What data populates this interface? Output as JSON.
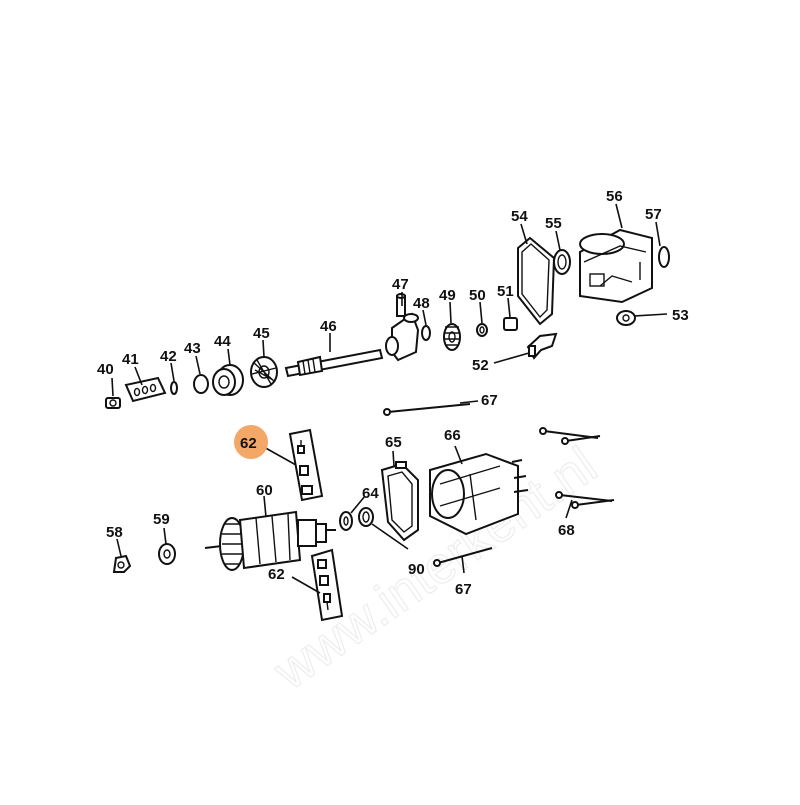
{
  "highlight_color": "#f4a868",
  "callouts": [
    {
      "id": "c40",
      "label": "40"
    },
    {
      "id": "c41",
      "label": "41"
    },
    {
      "id": "c42",
      "label": "42"
    },
    {
      "id": "c43",
      "label": "43"
    },
    {
      "id": "c44",
      "label": "44"
    },
    {
      "id": "c45",
      "label": "45"
    },
    {
      "id": "c46",
      "label": "46"
    },
    {
      "id": "c47",
      "label": "47"
    },
    {
      "id": "c48",
      "label": "48"
    },
    {
      "id": "c49",
      "label": "49"
    },
    {
      "id": "c50",
      "label": "50"
    },
    {
      "id": "c51",
      "label": "51"
    },
    {
      "id": "c52",
      "label": "52"
    },
    {
      "id": "c53",
      "label": "53"
    },
    {
      "id": "c54",
      "label": "54"
    },
    {
      "id": "c55",
      "label": "55"
    },
    {
      "id": "c56",
      "label": "56"
    },
    {
      "id": "c57",
      "label": "57"
    },
    {
      "id": "c58",
      "label": "58"
    },
    {
      "id": "c59",
      "label": "59"
    },
    {
      "id": "c60",
      "label": "60"
    },
    {
      "id": "c62a",
      "label": "62",
      "highlighted": true
    },
    {
      "id": "c62b",
      "label": "62"
    },
    {
      "id": "c64",
      "label": "64"
    },
    {
      "id": "c65",
      "label": "65"
    },
    {
      "id": "c66",
      "label": "66"
    },
    {
      "id": "c67a",
      "label": "67"
    },
    {
      "id": "c67b",
      "label": "67"
    },
    {
      "id": "c68",
      "label": "68"
    },
    {
      "id": "c90",
      "label": "90"
    }
  ]
}
